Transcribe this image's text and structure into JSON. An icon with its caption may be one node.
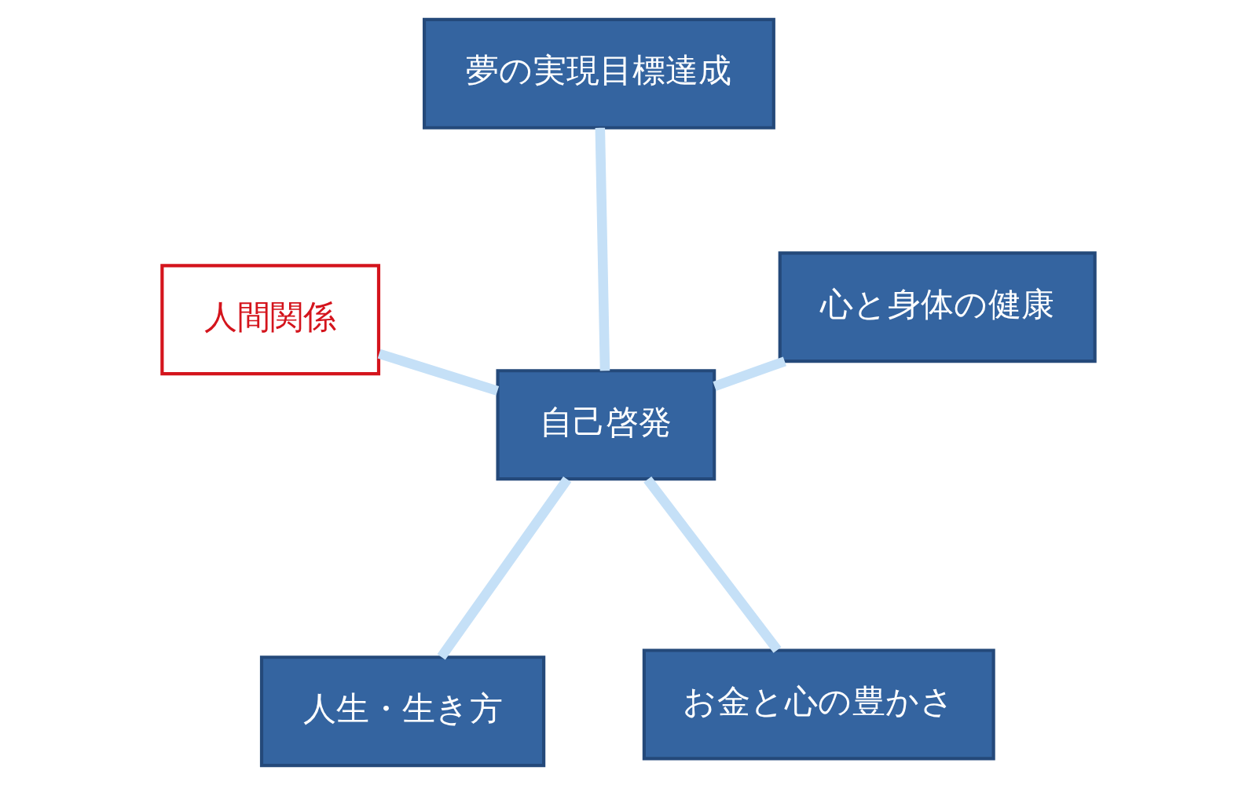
{
  "diagram": {
    "nodes": [
      {
        "text": [
          "人生・生き方"
        ]
      },
      {
        "text": [
          "お金と心の豊かさ"
        ]
      },
      {
        "text": [
          "自己啓発"
        ]
      },
      {
        "text": [
          "夢の実現目標達成"
        ]
      },
      {
        "text": [
          "心と身体の健康"
        ]
      },
      {
        "text": [
          "人間関係"
        ]
      }
    ],
    "edges": [
      {
        "from": 2,
        "to": 0,
        "arrow": "none"
      },
      {
        "from": 2,
        "to": 1,
        "arrow": "none"
      },
      {
        "from": 2,
        "to": 3,
        "arrow": "none"
      },
      {
        "from": 2,
        "to": 4,
        "arrow": "none"
      },
      {
        "from": 2,
        "to": 5,
        "arrow": "none"
      }
    ]
  }
}
